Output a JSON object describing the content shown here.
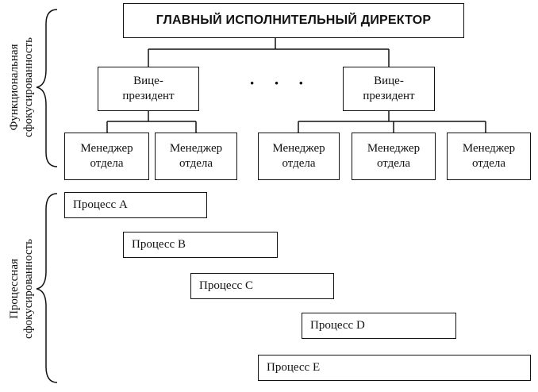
{
  "ceo": {
    "label": "ГЛАВНЫЙ ИСПОЛНИТЕЛЬНЫЙ ДИРЕКТОР"
  },
  "vice_presidents": [
    {
      "label_line1": "Вице-",
      "label_line2": "президент"
    },
    {
      "label_line1": "Вице-",
      "label_line2": "президент"
    }
  ],
  "ellipsis": "· · ·",
  "managers": [
    {
      "line1": "Менеджер",
      "line2": "отдела"
    },
    {
      "line1": "Менеджер",
      "line2": "отдела"
    },
    {
      "line1": "Менеджер",
      "line2": "отдела"
    },
    {
      "line1": "Менеджер",
      "line2": "отдела"
    },
    {
      "line1": "Менеджер",
      "line2": "отдела"
    }
  ],
  "processes": [
    {
      "label": "Процесс A"
    },
    {
      "label": "Процесс B"
    },
    {
      "label": "Процесс C"
    },
    {
      "label": "Процесс D"
    },
    {
      "label": "Процесс E"
    }
  ],
  "side_labels": {
    "functional": {
      "line1": "Функциональная",
      "line2": "сфокусированность"
    },
    "process": {
      "line1": "Процессная",
      "line2": "сфокусированность"
    }
  }
}
